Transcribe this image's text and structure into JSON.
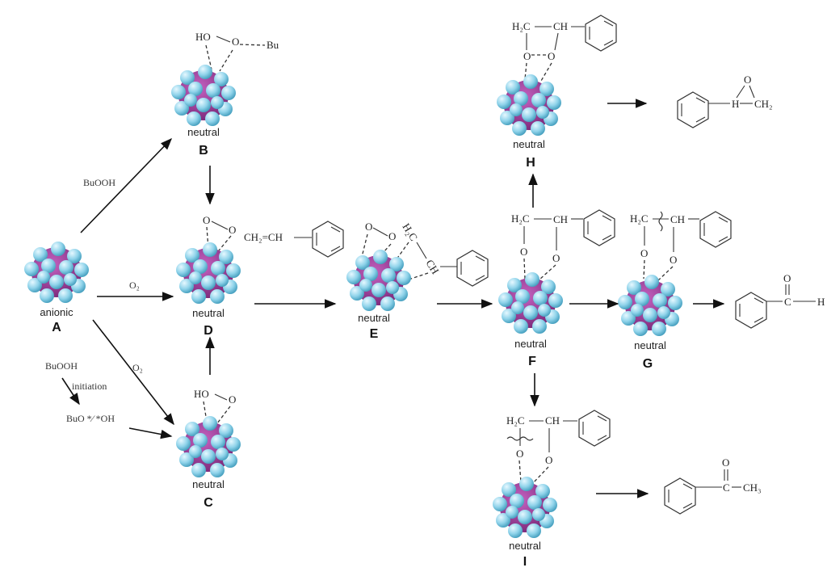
{
  "clusters": {
    "A": {
      "id": "A",
      "charge": "anionic"
    },
    "B": {
      "id": "B",
      "charge": "neutral"
    },
    "C": {
      "id": "C",
      "charge": "neutral"
    },
    "D": {
      "id": "D",
      "charge": "neutral"
    },
    "E": {
      "id": "E",
      "charge": "neutral"
    },
    "F": {
      "id": "F",
      "charge": "neutral"
    },
    "G": {
      "id": "G",
      "charge": "neutral"
    },
    "H": {
      "id": "H",
      "charge": "neutral"
    },
    "I": {
      "id": "I",
      "charge": "neutral"
    }
  },
  "adsorbates": {
    "B_ho": "HO",
    "B_o": "O",
    "B_bu": "Bu",
    "C_ho": "HO",
    "C_o": "O",
    "D_o1": "O",
    "D_o2": "O",
    "E_o1": "O",
    "E_o2": "O",
    "E_h2c": "H₂C",
    "E_ch": "CH",
    "F_h2c": "H₂C",
    "F_ch": "CH",
    "F_o1": "O",
    "F_o2": "O",
    "G_h2c": "H₂C",
    "G_ch": "CH",
    "G_o1": "O",
    "G_o2": "O",
    "H_h3c": "H₂C",
    "H_ch": "CH",
    "H_o1": "O",
    "H_o2": "O",
    "I_h2c": "H₂C",
    "I_ch": "CH",
    "I_o1": "O",
    "I_o2": "O"
  },
  "styrene": {
    "formula": "CH₂=CH"
  },
  "arrows": {
    "A_to_B": "BuOOH",
    "A_to_D": "O₂",
    "A_to_C": "O₂",
    "initiator": "BuOOH",
    "initiation": "initiation",
    "radicals": "BuO *⁄ *OH"
  },
  "products": {
    "epoxide_o": "O",
    "epoxide_h": "H",
    "epoxide_ch2": "CH₂",
    "aldehyde_o": "O",
    "aldehyde_c": "C",
    "aldehyde_h": "H",
    "ketone_o": "O",
    "ketone_c": "C",
    "ketone_ch3": "CH₃"
  },
  "colors": {
    "gold": "#a23c9a",
    "gold_dark": "#7a2878",
    "ligand": "#8fd3ea",
    "ligand_dark": "#4aa9c9"
  }
}
